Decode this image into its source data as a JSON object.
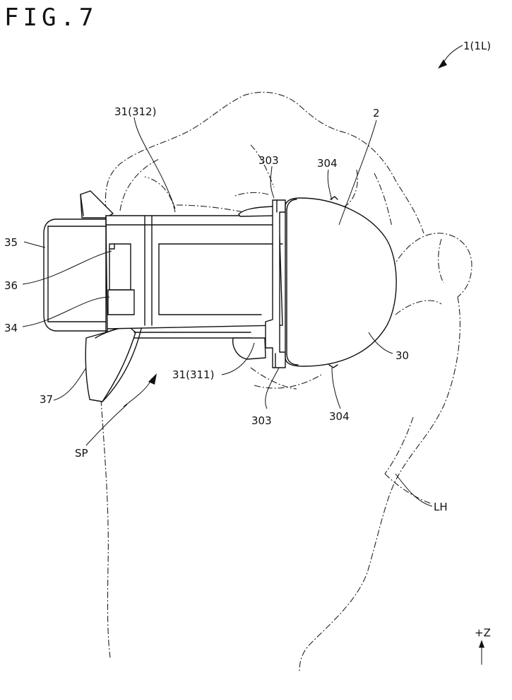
{
  "figure": {
    "title": "FIG.7",
    "device_label": "1(1L)",
    "axis_label": "+Z"
  },
  "labels": {
    "l_31_312": "31(312)",
    "l_2": "2",
    "l_303_top": "303",
    "l_304_top": "304",
    "l_35": "35",
    "l_36": "36",
    "l_34": "34",
    "l_30": "30",
    "l_31_311": "31(311)",
    "l_37": "37",
    "l_303_bottom": "303",
    "l_304_bottom": "304",
    "l_sp": "SP",
    "l_lh": "LH"
  },
  "colors": {
    "line": "#111111",
    "background": "#ffffff"
  }
}
